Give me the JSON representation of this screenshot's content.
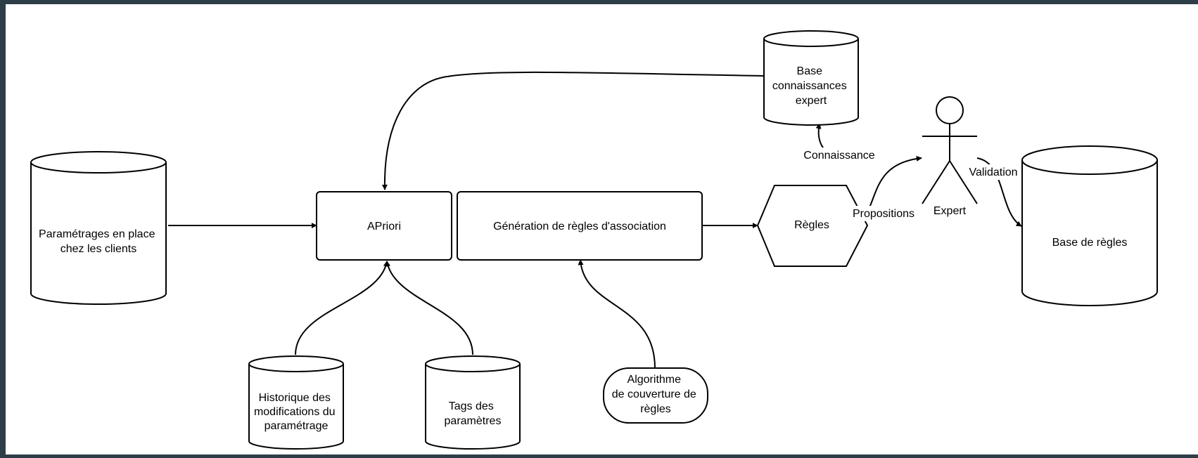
{
  "nodes": {
    "client_settings": [
      "Paramétrages en place",
      "chez les clients"
    ],
    "apriori": [
      "APriori"
    ],
    "generation": [
      "Génération de règles d'association"
    ],
    "rules": [
      "Règles"
    ],
    "knowledge_base": [
      "Base",
      "connaissances",
      "expert"
    ],
    "expert": [
      "Expert"
    ],
    "rule_base": [
      "Base de règles"
    ],
    "history": [
      "Historique des",
      "modifications du",
      "paramétrage"
    ],
    "tags": [
      "Tags des",
      "paramètres"
    ],
    "algorithm": [
      "Algorithme",
      "de couverture de",
      "règles"
    ]
  },
  "edge_labels": {
    "connaissance": "Connaissance",
    "propositions": "Propositions",
    "validation": "Validation"
  },
  "colors": {
    "frame": "#2d3e48",
    "background": "#ffffff",
    "stroke": "#000000"
  }
}
